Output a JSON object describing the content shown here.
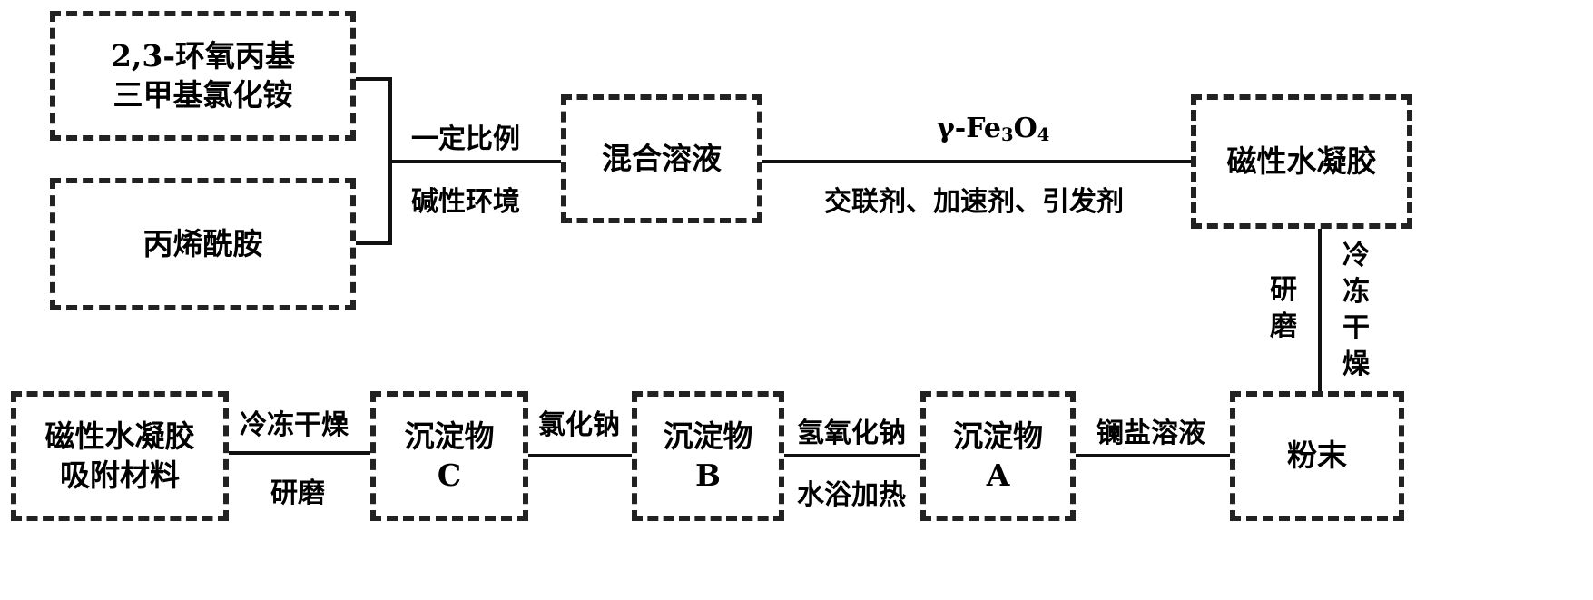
{
  "nodes": {
    "epoxy": {
      "line1": "2,3-环氧丙基",
      "line2": "三甲基氯化铵"
    },
    "acrylamide": {
      "label": "丙烯酰胺"
    },
    "mixed_solution": {
      "label": "混合溶液"
    },
    "magnetic_hydrogel": {
      "label": "磁性水凝胶"
    },
    "powder": {
      "label": "粉末"
    },
    "precipitate_a": {
      "line1": "沉淀物",
      "line2": "A"
    },
    "precipitate_b": {
      "line1": "沉淀物",
      "line2": "B"
    },
    "precipitate_c": {
      "line1": "沉淀物",
      "line2": "C"
    },
    "adsorbent": {
      "line1": "磁性水凝胶",
      "line2": "吸附材料"
    }
  },
  "edges": {
    "to_mixed": {
      "top": "一定比例",
      "bottom": "碱性环境"
    },
    "to_hydrogel": {
      "top_prefix": "γ-Fe",
      "top_sub1": "3",
      "top_mid": "O",
      "top_sub2": "4",
      "bottom": "交联剂、加速剂、引发剂"
    },
    "to_powder": {
      "left": "研磨",
      "right": "冷冻干燥"
    },
    "to_a": {
      "top": "镧盐溶液"
    },
    "to_b": {
      "top": "氢氧化钠",
      "bottom": "水浴加热"
    },
    "to_c": {
      "top": "氯化钠"
    },
    "to_adsorbent": {
      "top": "冷冻干燥",
      "bottom": "研磨"
    }
  }
}
